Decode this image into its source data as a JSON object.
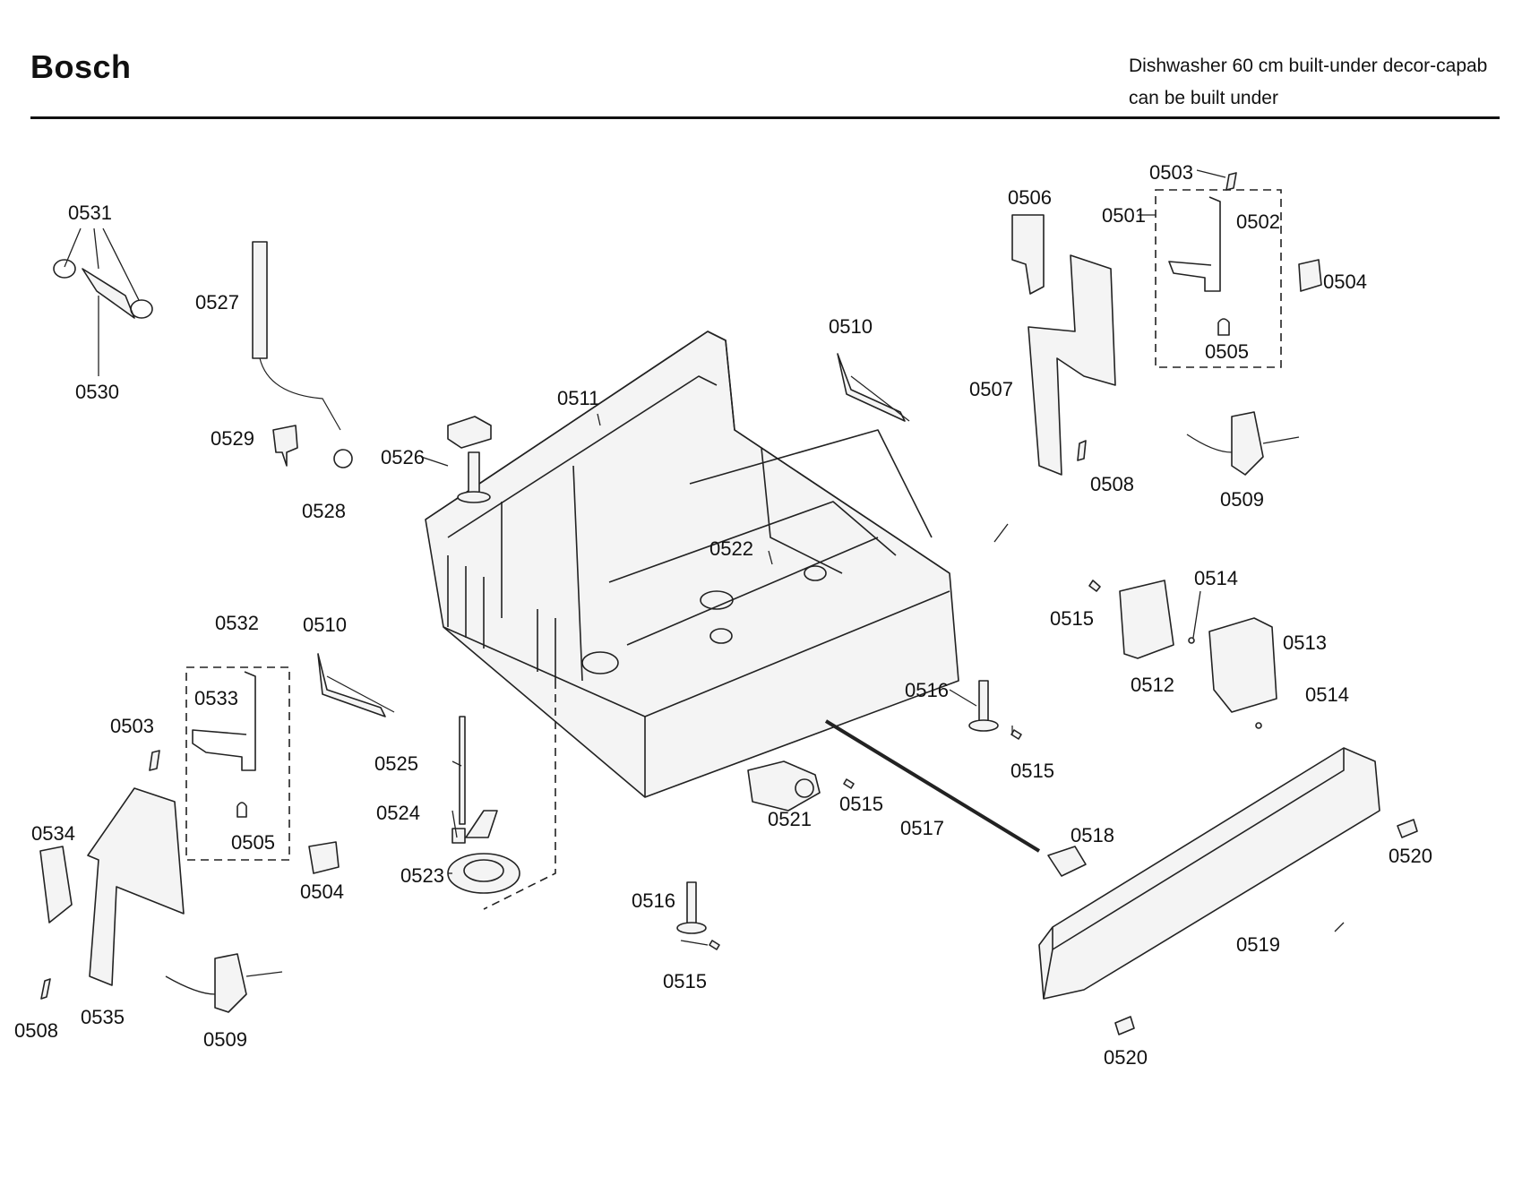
{
  "header": {
    "brand": "Bosch",
    "description_line1": "Dishwasher 60 cm built-under decor-capab",
    "description_line2": "can be built under"
  },
  "part_labels": [
    {
      "id": "p0501",
      "text": "0501"
    },
    {
      "id": "p0502",
      "text": "0502"
    },
    {
      "id": "p0503a",
      "text": "0503"
    },
    {
      "id": "p0503b",
      "text": "0503"
    },
    {
      "id": "p0504a",
      "text": "0504"
    },
    {
      "id": "p0504b",
      "text": "0504"
    },
    {
      "id": "p0505a",
      "text": "0505"
    },
    {
      "id": "p0505b",
      "text": "0505"
    },
    {
      "id": "p0506",
      "text": "0506"
    },
    {
      "id": "p0507",
      "text": "0507"
    },
    {
      "id": "p0508a",
      "text": "0508"
    },
    {
      "id": "p0508b",
      "text": "0508"
    },
    {
      "id": "p0509a",
      "text": "0509"
    },
    {
      "id": "p0509b",
      "text": "0509"
    },
    {
      "id": "p0510a",
      "text": "0510"
    },
    {
      "id": "p0510b",
      "text": "0510"
    },
    {
      "id": "p0511",
      "text": "0511"
    },
    {
      "id": "p0512",
      "text": "0512"
    },
    {
      "id": "p0513",
      "text": "0513"
    },
    {
      "id": "p0514a",
      "text": "0514"
    },
    {
      "id": "p0514b",
      "text": "0514"
    },
    {
      "id": "p0515a",
      "text": "0515"
    },
    {
      "id": "p0515b",
      "text": "0515"
    },
    {
      "id": "p0515c",
      "text": "0515"
    },
    {
      "id": "p0515d",
      "text": "0515"
    },
    {
      "id": "p0516a",
      "text": "0516"
    },
    {
      "id": "p0516b",
      "text": "0516"
    },
    {
      "id": "p0517",
      "text": "0517"
    },
    {
      "id": "p0518",
      "text": "0518"
    },
    {
      "id": "p0519",
      "text": "0519"
    },
    {
      "id": "p0520a",
      "text": "0520"
    },
    {
      "id": "p0520b",
      "text": "0520"
    },
    {
      "id": "p0521",
      "text": "0521"
    },
    {
      "id": "p0522",
      "text": "0522"
    },
    {
      "id": "p0523",
      "text": "0523"
    },
    {
      "id": "p0524",
      "text": "0524"
    },
    {
      "id": "p0525",
      "text": "0525"
    },
    {
      "id": "p0526",
      "text": "0526"
    },
    {
      "id": "p0527",
      "text": "0527"
    },
    {
      "id": "p0528",
      "text": "0528"
    },
    {
      "id": "p0529",
      "text": "0529"
    },
    {
      "id": "p0530",
      "text": "0530"
    },
    {
      "id": "p0531",
      "text": "0531"
    },
    {
      "id": "p0532",
      "text": "0532"
    },
    {
      "id": "p0533",
      "text": "0533"
    },
    {
      "id": "p0534",
      "text": "0534"
    },
    {
      "id": "p0535",
      "text": "0535"
    }
  ]
}
